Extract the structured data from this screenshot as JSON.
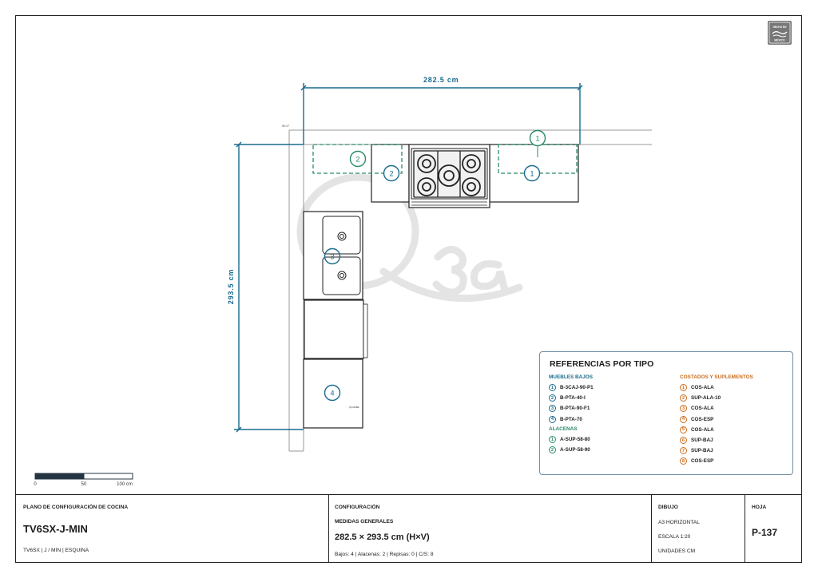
{
  "plan": {
    "width_dim": "282.5 cm",
    "height_dim": "293.5 cm",
    "angle_label": "90.0°",
    "panel_marker": "Q4 MABE",
    "scale_labels": [
      "0",
      "50",
      "100 cm"
    ],
    "module_tags": {
      "wall_1a": "1",
      "wall_1b": "1",
      "wall_2": "2",
      "base_2": "2",
      "base_3": "3",
      "base_4": "4"
    }
  },
  "logo": {
    "top_text": "HECHO EN",
    "bottom_text": "MÉXICO"
  },
  "references": {
    "title": "REFERENCIAS POR TIPO",
    "bajos_heading": "MUEBLES BAJOS",
    "bajos": [
      {
        "num": "1",
        "code": "B-3CAJ-90-P1"
      },
      {
        "num": "2",
        "code": "B-PTA-40-I"
      },
      {
        "num": "3",
        "code": "B-PTA-90-F1"
      },
      {
        "num": "4",
        "code": "B-PTA-70"
      }
    ],
    "alacenas_heading": "ALACENAS",
    "alacenas": [
      {
        "num": "1",
        "code": "A-SUP-58-80"
      },
      {
        "num": "2",
        "code": "A-SUP-58-90"
      }
    ],
    "costados_heading": "COSTADOS Y SUPLEMENTOS",
    "costados": [
      {
        "num": "1",
        "code": "COS-ALA"
      },
      {
        "num": "2",
        "code": "SUP-ALA-10"
      },
      {
        "num": "3",
        "code": "COS-ALA"
      },
      {
        "num": "4",
        "code": "COS-ESP"
      },
      {
        "num": "5",
        "code": "COS-ALA"
      },
      {
        "num": "6",
        "code": "SUP-BAJ"
      },
      {
        "num": "7",
        "code": "SUP-BAJ"
      },
      {
        "num": "8",
        "code": "COS-ESP"
      }
    ]
  },
  "title_block": {
    "plan_label": "PLANO DE CONFIGURACIÓN DE COCINA",
    "model": "TV6SX-J-MIN",
    "model_sub": "TV6SX | J / MIN | ESQUINA",
    "config_label": "CONFIGURACIÓN",
    "medidas_label": "MEDIDAS GENERALES",
    "medidas_value": "282.5 × 293.5 cm (H×V)",
    "counts": "Bajos: 4 | Alacenas: 2 | Repisas: 0 | C/S: 8",
    "dibujo_label": "DIBUJO",
    "dibujo_format": "A3 HORIZONTAL",
    "dibujo_scale": "ESCALA 1:20",
    "dibujo_units": "UNIDADES CM",
    "hoja_label": "HOJA",
    "hoja_value": "P-137"
  },
  "colors": {
    "blue": "#1a6b8e",
    "green": "#2a8b6a",
    "orange": "#cc6d1c",
    "dark": "#1d1d1f"
  }
}
